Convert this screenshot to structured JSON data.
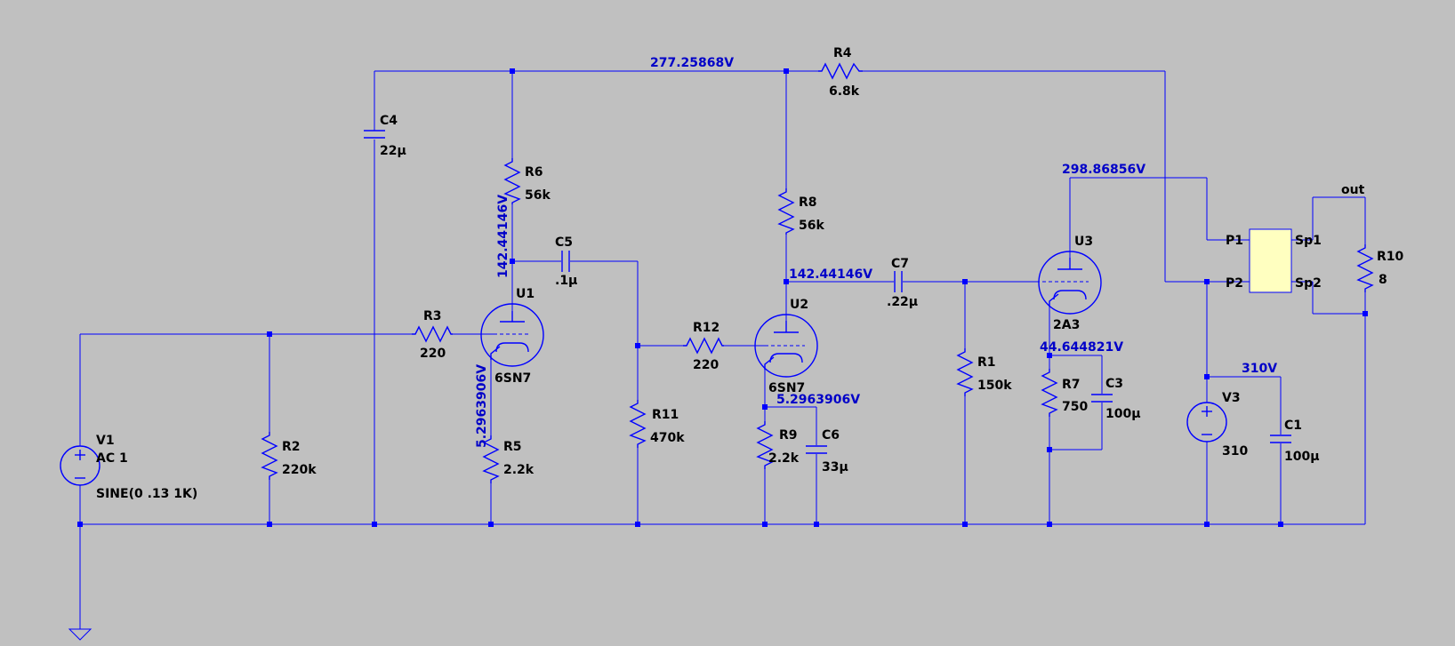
{
  "components": {
    "v1": {
      "name": "V1",
      "value": "AC 1",
      "spec": "SINE(0 .13 1K)"
    },
    "v3": {
      "name": "V3",
      "value": "310"
    },
    "r1": {
      "name": "R1",
      "value": "150k"
    },
    "r2": {
      "name": "R2",
      "value": "220k"
    },
    "r3": {
      "name": "R3",
      "value": "220"
    },
    "r4": {
      "name": "R4",
      "value": "6.8k"
    },
    "r5": {
      "name": "R5",
      "value": "2.2k"
    },
    "r6": {
      "name": "R6",
      "value": "56k"
    },
    "r7": {
      "name": "R7",
      "value": "750"
    },
    "r8": {
      "name": "R8",
      "value": "56k"
    },
    "r9": {
      "name": "R9",
      "value": "2.2k"
    },
    "r10": {
      "name": "R10",
      "value": "8"
    },
    "r11": {
      "name": "R11",
      "value": "470k"
    },
    "r12": {
      "name": "R12",
      "value": "220"
    },
    "c1": {
      "name": "C1",
      "value": "100µ"
    },
    "c3": {
      "name": "C3",
      "value": "100µ"
    },
    "c4": {
      "name": "C4",
      "value": "22µ"
    },
    "c5": {
      "name": "C5",
      "value": ".1µ"
    },
    "c6": {
      "name": "C6",
      "value": "33µ"
    },
    "c7": {
      "name": "C7",
      "value": ".22µ"
    },
    "u1": {
      "name": "U1",
      "value": "6SN7"
    },
    "u2": {
      "name": "U2",
      "value": "6SN7"
    },
    "u3": {
      "name": "U3",
      "value": "2A3"
    },
    "xfmr": {
      "p1": "P1",
      "p2": "P2",
      "sp1": "Sp1",
      "sp2": "Sp2"
    },
    "out_label": "out"
  },
  "node_voltages": {
    "b_plus_top": "277.25868V",
    "u1_plate": "142.44146V",
    "u1_cathode": "5.2963906V",
    "u2_plate": "142.44146V",
    "u2_cathode": "5.2963906V",
    "u3_plate": "298.86856V",
    "u3_cathode": "44.644821V",
    "supply": "310V"
  },
  "colors": {
    "background": "#c0c0c0",
    "wire": "#0000ff",
    "voltage_text": "#0000c8",
    "transformer_fill": "#ffffc0"
  }
}
